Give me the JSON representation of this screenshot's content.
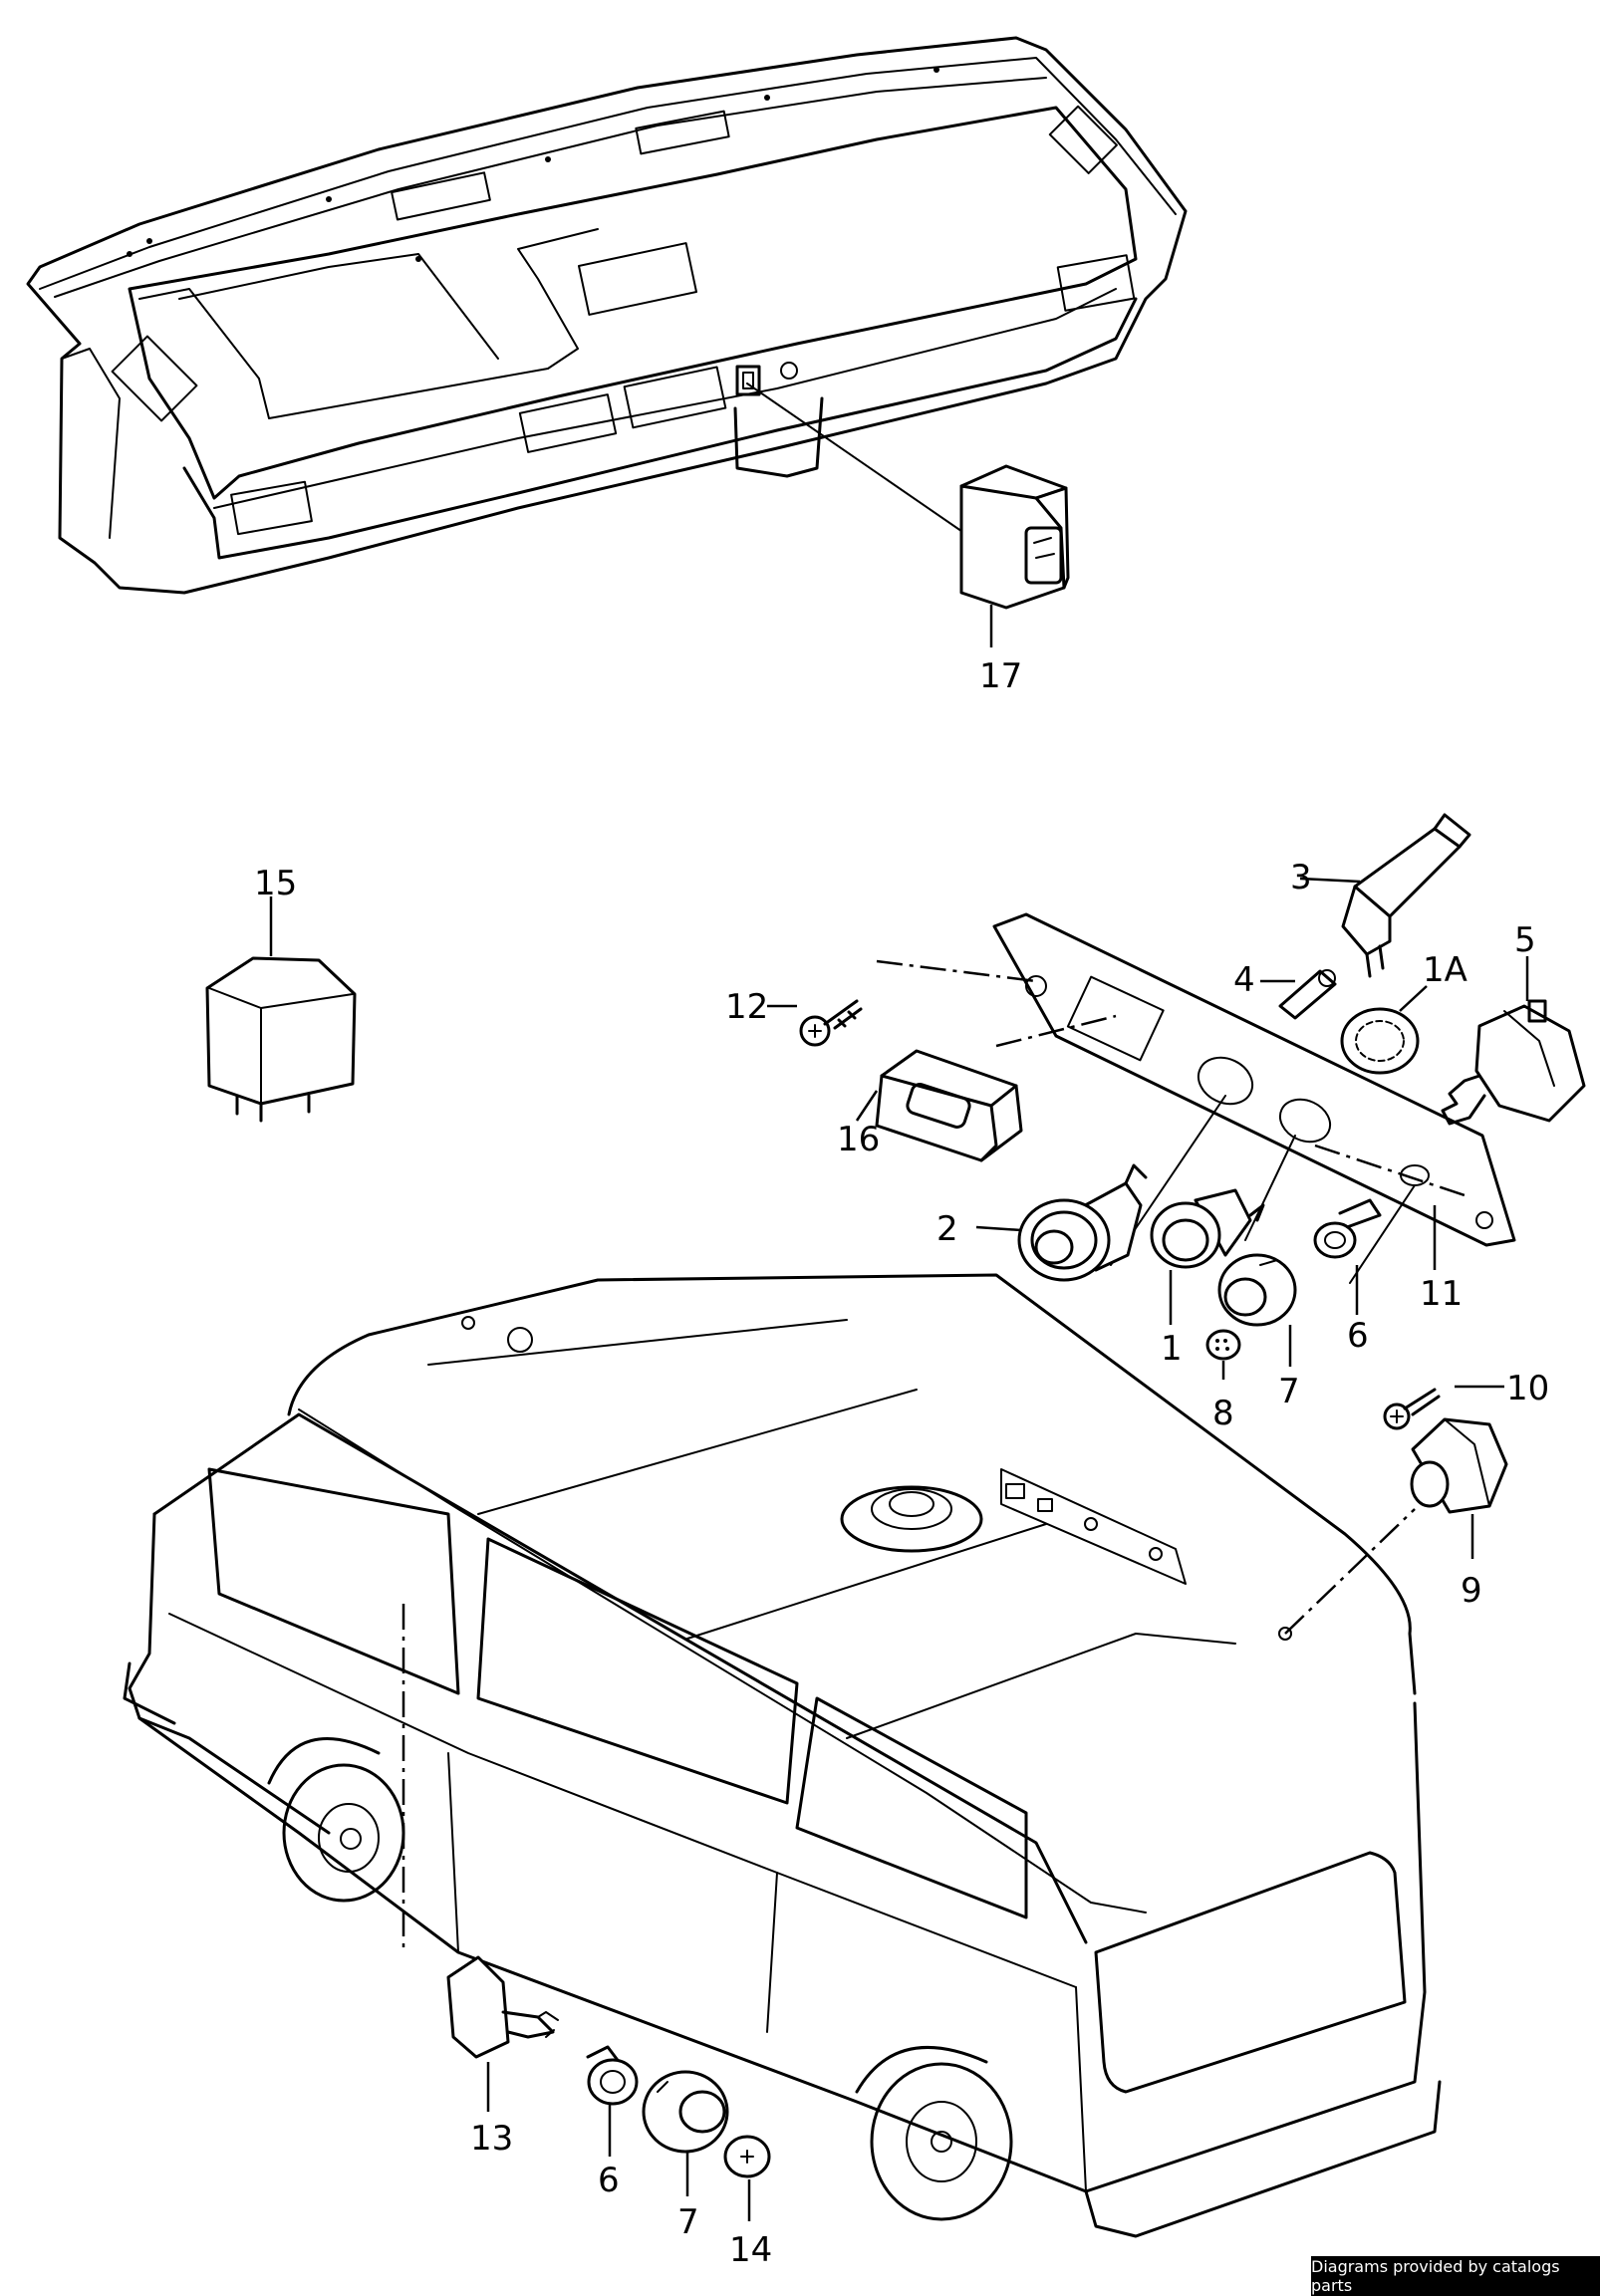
{
  "callouts": {
    "c17": "17",
    "c15": "15",
    "c3": "3",
    "c4": "4",
    "c1A": "1A",
    "c5": "5",
    "c12": "12",
    "c16": "16",
    "c2": "2",
    "c1": "1",
    "c11": "11",
    "c6a": "6",
    "c7a": "7",
    "c8": "8",
    "c10": "10",
    "c9": "9",
    "c13": "13",
    "c6b": "6",
    "c7b": "7",
    "c14": "14"
  },
  "credit": "Diagrams provided by catalogs parts"
}
